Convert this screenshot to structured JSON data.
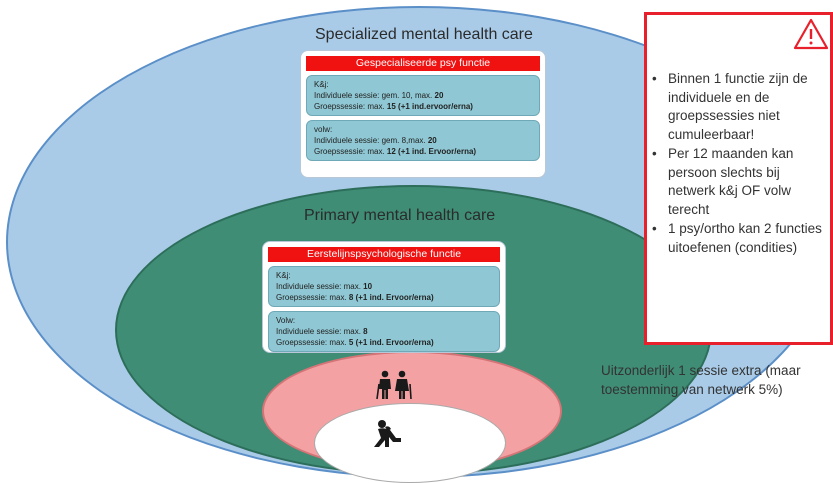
{
  "layers": {
    "specialized_title": "Specialized mental health care",
    "primary_title": "Primary mental health care"
  },
  "specialized": {
    "header": "Gespecialiseerde psy functie",
    "kj": {
      "label": "K&j:",
      "individual_prefix": "Individuele sessie: gem. 10, max. ",
      "individual_max": "20",
      "group_prefix": "Groepssessie: max. ",
      "group_bold": "15 (+1 ind.ervoor/erna)"
    },
    "volw": {
      "label": "volw:",
      "individual_prefix": "Individuele sessie: gem. 8,max. ",
      "individual_max": "20",
      "group_prefix": "Groepssessie: max. ",
      "group_bold": "12 (+1 ind. Ervoor/erna)"
    }
  },
  "primary": {
    "header": "Eerstelijnspsychologische functie",
    "kj": {
      "label": "K&j:",
      "individual_prefix": "Individuele sessie: max. ",
      "individual_max": "10",
      "group_prefix": "Groepssessie: max. ",
      "group_bold": "8 (+1 ind. Ervoor/erna)"
    },
    "volw": {
      "label": "Volw:",
      "individual_prefix": "Individuele sessie: max. ",
      "individual_max": "8",
      "group_prefix": "Groepssessie: max. ",
      "group_bold": "5 (+1 ind. Ervoor/erna)"
    }
  },
  "warning": {
    "icon": "warning-triangle-icon",
    "items": [
      "Binnen 1 functie zijn de individuele en de groepssessies niet cumuleerbaar!",
      "Per 12 maanden kan persoon slechts bij netwerk k&j OF volw terecht",
      "1 psy/ortho kan 2 functies uitoefenen (condities)"
    ]
  },
  "extra_note": "Uitzonderlijk 1 sessie extra (maar toestemming van netwerk 5%)",
  "icons": {
    "elderly": "elderly-couple-icon",
    "person": "distressed-person-icon"
  },
  "colors": {
    "outer": "#a9cbe8",
    "middle": "#3f8d75",
    "inner": "#f3a1a3",
    "header_red": "#f01111",
    "box_teal": "#8fc8d4",
    "warning_border": "#e8202b"
  }
}
